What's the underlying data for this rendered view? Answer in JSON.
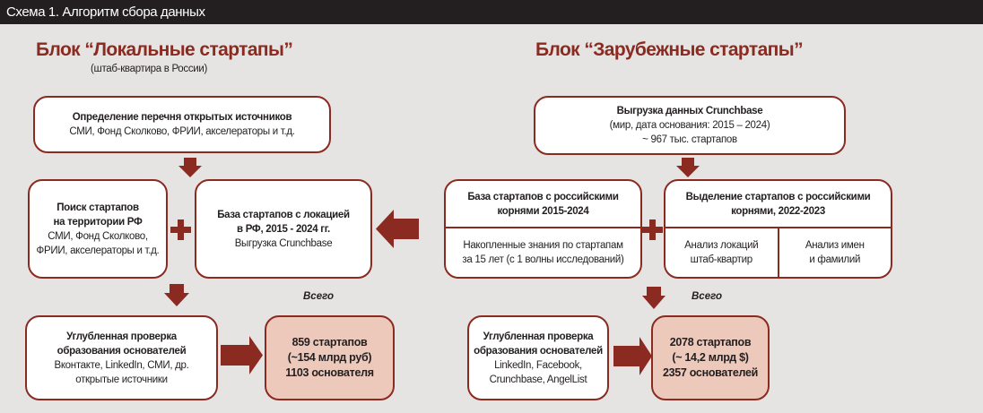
{
  "title": "Схема 1. Алгоритм сбора данных",
  "colors": {
    "accent": "#8b2a20",
    "result_fill": "#ecc9bb",
    "background": "#e6e4e2",
    "titlebar": "#231f20"
  },
  "local": {
    "heading": "Блок “Локальные стартапы”",
    "subheading": "(штаб-квартира в России)",
    "sources": {
      "title": "Определение перечня открытых источников",
      "text": "СМИ, Фонд Сколково, ФРИИ, акселераторы и т.д."
    },
    "search": {
      "title1": "Поиск стартапов",
      "title2": "на территории РФ",
      "text1": "СМИ, Фонд Сколково,",
      "text2": "ФРИИ, акселераторы и т.д."
    },
    "base": {
      "title1": "База стартапов с локацией",
      "title2": "в РФ, 2015 - 2024 гг.",
      "text": "Выгрузка Crunchbase"
    },
    "check": {
      "title1": "Углубленная проверка",
      "title2": "образования основателей",
      "text1": "Вконтакте, LinkedIn, СМИ, др.",
      "text2": "открытые источники"
    },
    "total_label": "Всего",
    "result": {
      "line1": "859 стартапов",
      "line2": "(~154 млрд руб)",
      "line3": "1103 основателя"
    }
  },
  "foreign": {
    "heading": "Блок “Зарубежные стартапы”",
    "export": {
      "title": "Выгрузка данных Crunchbase",
      "text1": "(мир, дата основания: 2015 – 2024)",
      "text2": "~ 967 тыс. стартапов"
    },
    "base": {
      "title1": "База стартапов с российскими",
      "title2": "корнями 2015-2024",
      "text1": "Накопленные знания по стартапам",
      "text2": "за 15 лет (с 1 волны исследований)"
    },
    "select": {
      "title1": "Выделение стартапов с российскими",
      "title2": "корнями, 2022-2023",
      "a1": "Анализ локаций",
      "a2": "штаб-квартир",
      "b1": "Анализ имен",
      "b2": "и фамилий"
    },
    "check": {
      "title1": "Углубленная проверка",
      "title2": "образования основателей",
      "text1": "LinkedIn, Facebook,",
      "text2": "Crunchbase, AngelList"
    },
    "total_label": "Всего",
    "result": {
      "line1": "2078 стартапов",
      "line2": "(~ 14,2 млрд $)",
      "line3": "2357 основателей"
    }
  }
}
